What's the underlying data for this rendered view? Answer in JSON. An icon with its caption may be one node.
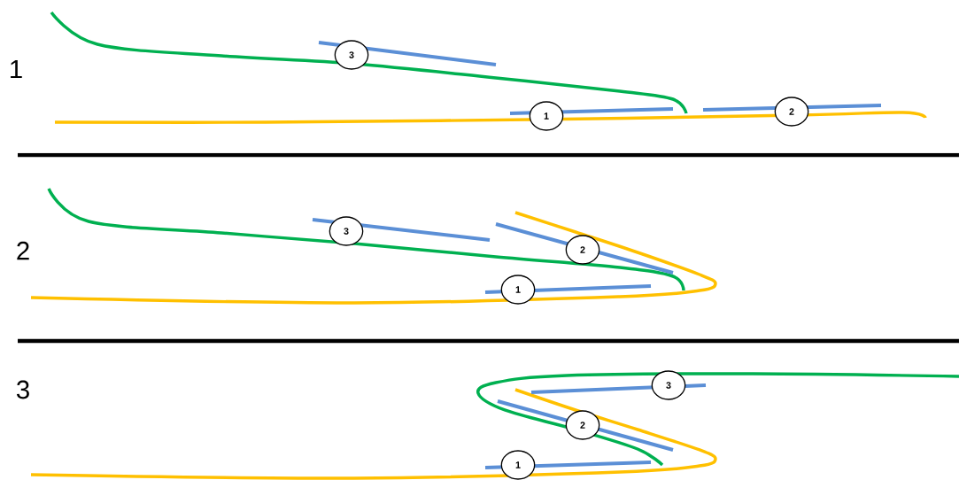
{
  "diagram": {
    "nodes": [
      {
        "text": [
          "3"
        ]
      },
      {
        "text": [
          "1"
        ]
      },
      {
        "text": [
          "2"
        ]
      },
      {
        "text": [
          "3"
        ]
      },
      {
        "text": [
          "2"
        ]
      },
      {
        "text": [
          "1"
        ]
      },
      {
        "text": [
          "3"
        ]
      },
      {
        "text": [
          "2"
        ]
      },
      {
        "text": [
          "1"
        ]
      }
    ],
    "labels": [
      "1",
      "2",
      "3"
    ]
  }
}
